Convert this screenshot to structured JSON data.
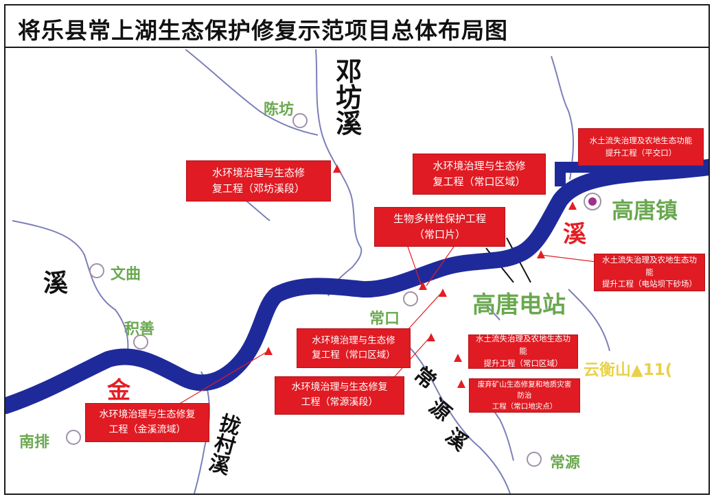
{
  "title": "将乐县常上湖生态保护修复示范项目总体布局图",
  "colors": {
    "river_main": "#1f2a9a",
    "stream_line": "#7b7fb8",
    "project_box": "#e01b23",
    "marker": "#e31e24",
    "place_text": "#6aa84f",
    "town_dot": "#a0308a"
  },
  "icons": {
    "marker": "red-triangle-icon",
    "town": "hollow-circle-icon",
    "town_center": "filled-circle-icon"
  },
  "places": {
    "chenfang": "陈坊",
    "wenqu": "文曲",
    "jishan": "积善",
    "nanpai": "南排",
    "changkou": "常口",
    "gaotang_town": "高唐镇",
    "gaotang_station": "高唐电站",
    "yunheng": "云衡山▲11(",
    "changyuan": "常源"
  },
  "streams": {
    "dengfang": "邓坊溪",
    "xi_left": "溪",
    "jin": "金",
    "xi_right": "溪",
    "tuocun": "拢村溪",
    "changyuan_a": "常",
    "changyuan_b": "源",
    "changyuan_c": "溪"
  },
  "projects": {
    "p_dengfang": "水环境治理与生态修\n复工程（邓坊溪段）",
    "p_changkou_top": "水环境治理与生态修\n复工程（常口区域）",
    "p_biodiversity": "生物多样性保护工程\n（常口片）",
    "p_pingjiaokou": "水土流失治理及农地生态功能\n提升工程（平交口）",
    "p_dianzhan": "水土流失治理及农地生态功能\n提升工程（电站坝下砂场）",
    "p_changkou_mid": "水环境治理与生态修\n复工程（常口区域）",
    "p_soil_changkou": "水土流失治理及农地生态功能\n提升工程（常口区域）",
    "p_changyuan": "水环境治理与生态修复\n工程（常源溪段）",
    "p_mine": "废弃矿山生态修复和地质灾害防治\n工程（常口地灾点）",
    "p_jinxi": "水环境治理与生态修复\n工程（金溪流域）"
  }
}
